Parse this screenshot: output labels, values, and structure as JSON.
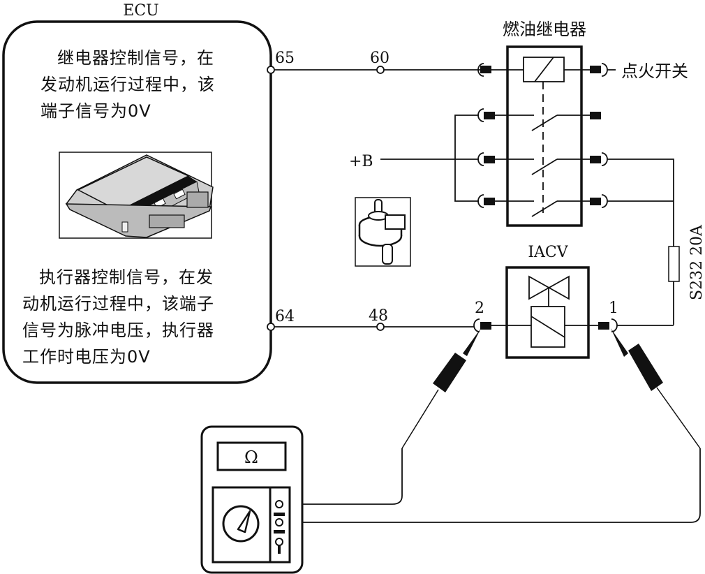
{
  "ecu": {
    "title": "ECU",
    "note_top_lines": [
      "继电器控制信号，在",
      "发动机运行过程中，该",
      "端子信号为0V"
    ],
    "note_bottom_lines": [
      "执行器控制信号，在发",
      "动机运行过程中，该端子",
      "信号为脉冲电压，执行器",
      "工作时电压为0V"
    ],
    "pins": {
      "relay_pin": "65",
      "actuator_pin": "64"
    }
  },
  "connectors": {
    "relay_line_junction": "60",
    "actuator_line_junction": "48"
  },
  "relay": {
    "title": "燃油继电器",
    "ignition_label": "点火开关",
    "battery_label": "+B"
  },
  "fuse": {
    "label": "S232  20A"
  },
  "iacv": {
    "title": "IACV",
    "pin_left": "2",
    "pin_right": "1"
  },
  "multimeter": {
    "display_symbol": "Ω"
  },
  "icons": {
    "ecu_image": "ecu-module-icon",
    "iacv_image": "idle-air-control-valve-icon",
    "dial": "rotary-dial-icon"
  }
}
